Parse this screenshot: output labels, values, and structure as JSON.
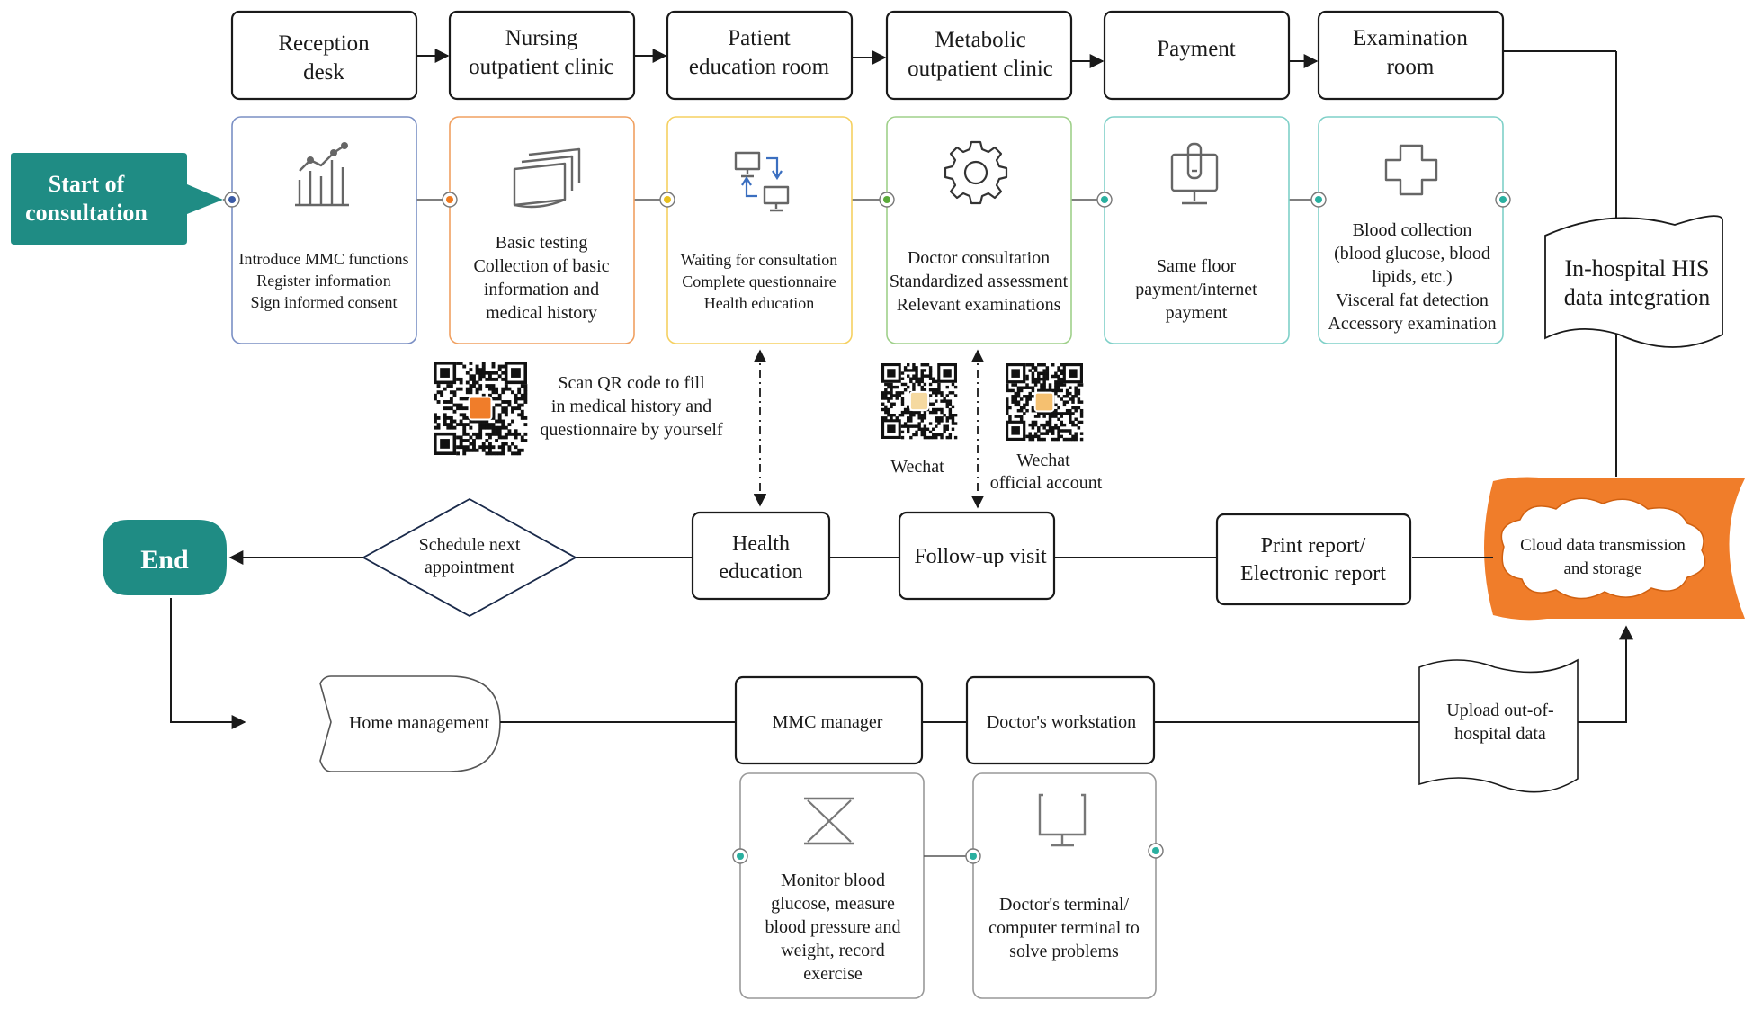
{
  "start": {
    "label_line1": "Start of",
    "label_line2": "consultation"
  },
  "end": {
    "label": "End"
  },
  "stages": [
    {
      "id": "reception",
      "lines": [
        "Reception",
        "desk"
      ]
    },
    {
      "id": "nursing",
      "lines": [
        "Nursing",
        "outpatient clinic"
      ]
    },
    {
      "id": "education-room",
      "lines": [
        "Patient",
        "education room"
      ]
    },
    {
      "id": "metabolic",
      "lines": [
        "Metabolic",
        "outpatient clinic"
      ]
    },
    {
      "id": "payment",
      "lines": [
        "Payment"
      ]
    },
    {
      "id": "examination",
      "lines": [
        "Examination",
        "room"
      ]
    }
  ],
  "details": [
    {
      "icon": "chart-icon",
      "color": "#7a8fc4",
      "dot": "#3b5aa6",
      "lines": [
        "Introduce MMC functions",
        "Register information",
        "Sign informed consent"
      ]
    },
    {
      "icon": "documents-icon",
      "color": "#f0a060",
      "dot": "#f07a20",
      "lines": [
        "Basic testing",
        "Collection of basic",
        "information and",
        "medical history"
      ]
    },
    {
      "icon": "transfer-icon",
      "color": "#f5d060",
      "dot": "#e8c020",
      "lines": [
        "Waiting for consultation",
        "Complete questionnaire",
        "Health education"
      ]
    },
    {
      "icon": "gear-icon",
      "color": "#9fd08a",
      "dot": "#5aaa3a",
      "lines": [
        "Doctor consultation",
        "Standardized assessment",
        "Relevant examinations"
      ]
    },
    {
      "icon": "payment-terminal-icon",
      "color": "#7fd0c8",
      "dot": "#2ab0a0",
      "lines": [
        "Same floor",
        "payment/internet",
        "payment"
      ]
    },
    {
      "icon": "medical-cross-icon",
      "color": "#7fd0c8",
      "dot": "#2ab0a0",
      "lines": [
        "Blood collection",
        "(blood glucose, blood",
        "lipids, etc.)",
        "Visceral fat detection",
        "Accessory examination"
      ]
    }
  ],
  "qr": {
    "main_text": [
      "Scan QR code to fill",
      "in medical history and",
      "questionnaire by yourself"
    ],
    "wechat_label": "Wechat",
    "official_label": [
      "Wechat",
      "official account"
    ]
  },
  "his": {
    "lines": [
      "In-hospital HIS",
      "data integration"
    ]
  },
  "cloud": {
    "lines": [
      "Cloud data transmission",
      "and storage"
    ],
    "color": "#f07d2a"
  },
  "middle_row": {
    "schedule": [
      "Schedule next",
      "appointment"
    ],
    "health_education": [
      "Health",
      "education"
    ],
    "follow_up": "Follow-up visit",
    "print_report": [
      "Print report/",
      "Electronic report"
    ]
  },
  "bottom_row": {
    "home_management": "Home management",
    "mmc_manager": "MMC manager",
    "doctor_workstation": "Doctor's workstation",
    "upload": [
      "Upload out-of-",
      "hospital data"
    ],
    "monitor": [
      "Monitor blood",
      "glucose, measure",
      "blood pressure and",
      "weight, record",
      "exercise"
    ],
    "doctor_terminal": [
      "Doctor's terminal/",
      "computer terminal to",
      "solve problems"
    ]
  },
  "colors": {
    "teal": "#1f8c84",
    "orange": "#f07d2a",
    "line": "#1a1a1a"
  }
}
